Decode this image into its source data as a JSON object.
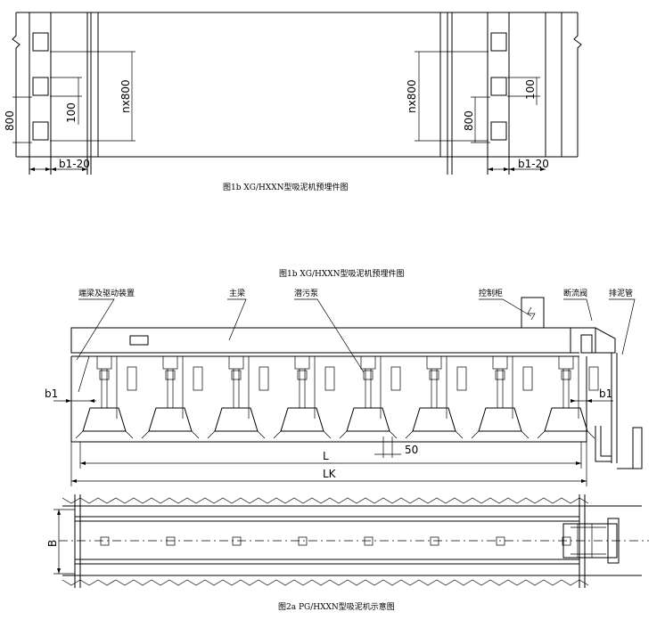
{
  "fig1b": {
    "caption_top": "图1b  XG/HXXN型吸泥机预埋件图",
    "caption_repeat": "图1b  XG/HXXN型吸泥机预埋件图",
    "dim_800_left": "800",
    "dim_100_left": "100",
    "dim_nx800_left": "nx800",
    "dim_b1_left": "b1-20",
    "dim_nx800_right": "nx800",
    "dim_800_right": "800",
    "dim_100_right": "100",
    "dim_b1_right": "b1-20"
  },
  "fig2a": {
    "caption": "图2a  PG/HXXN型吸泥机示意图",
    "labels": {
      "drive": "端梁及驱动装置",
      "main_beam": "主梁",
      "pump": "潜污泵",
      "control": "控制柜",
      "valve": "断流阀",
      "pipe": "排泥管"
    },
    "dims": {
      "b1_left": "b1",
      "b1_right": "b1",
      "L": "L",
      "gap": "50",
      "LK": "LK",
      "B": "B"
    },
    "unit_count": 8
  }
}
